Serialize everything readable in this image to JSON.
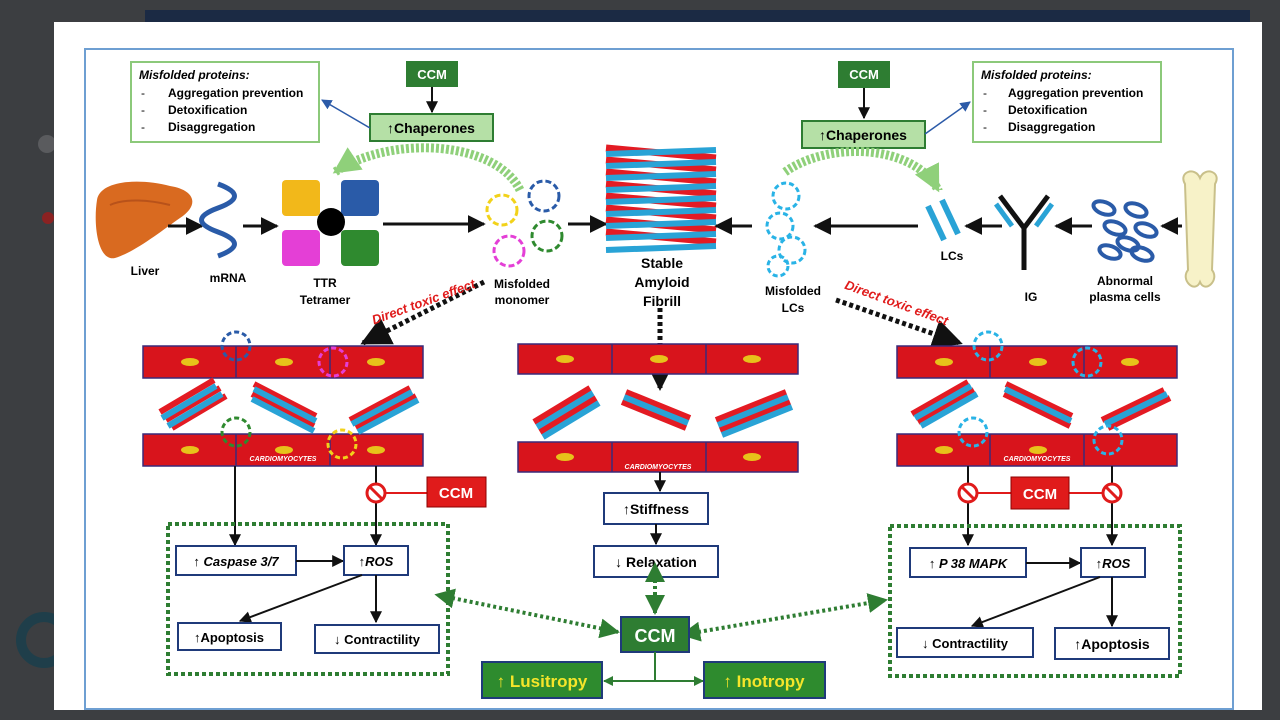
{
  "diagram": {
    "info_left": {
      "title": "Misfolded proteins:",
      "items": [
        "Aggregation prevention",
        "Detoxification",
        "Disaggregation"
      ],
      "dash": "-"
    },
    "info_right": {
      "title": "Misfolded proteins:",
      "items": [
        "Aggregation prevention",
        "Detoxification",
        "Disaggregation"
      ],
      "dash": "-"
    },
    "ccm": "CCM",
    "chaperones": "↑Chaperones",
    "labels": {
      "liver": "Liver",
      "mrna": "mRNA",
      "ttr_line1": "TTR",
      "ttr_line2": "Tetramer",
      "misfolded_mono_line1": "Misfolded",
      "misfolded_mono_line2": "monomer",
      "fibril_line1": "Stable",
      "fibril_line2": "Amyloid",
      "fibril_line3": "Fibrill",
      "misfolded_lcs_line1": "Misfolded",
      "misfolded_lcs_line2": "LCs",
      "lcs": "LCs",
      "ig": "IG",
      "plasma_line1": "Abnormal",
      "plasma_line2": "plasma cells"
    },
    "direct_toxic": "Direct toxic effect",
    "cardiomyocytes": "CARDIOMYOCYTES",
    "left_boxes": {
      "caspase": "↑ Caspase 3/7",
      "ros": "↑ROS",
      "apoptosis": "↑Apoptosis",
      "contractility": "↓ Contractility"
    },
    "middle_boxes": {
      "stiffness": "↑Stiffness",
      "relaxation": "↓ Relaxation"
    },
    "right_boxes": {
      "p38": "↑ P 38 MAPK",
      "ros": "↑ROS",
      "contractility": "↓ Contractility",
      "apoptosis": "↑Apoptosis"
    },
    "outcomes": {
      "lusitropy": "↑ Lusitropy",
      "inotropy": "↑ Inotropy"
    },
    "colors": {
      "ccm_green": "#2e7d32",
      "ccm_red": "#e01b1b",
      "chaperone_fill": "#b5e0a6",
      "fibril_red": "#e31b23",
      "fibril_blue": "#29a3d6",
      "outcome_text": "#f5e52a",
      "outcome_fill": "#2e8b2e"
    }
  }
}
